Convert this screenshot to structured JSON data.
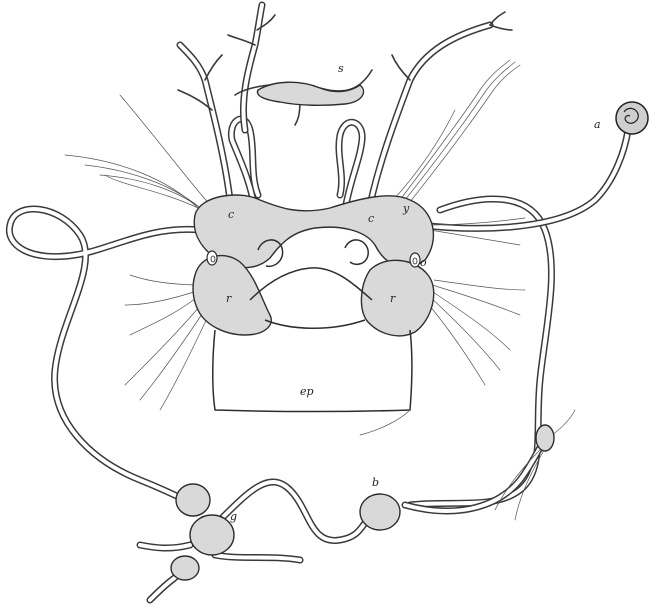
{
  "labels": {
    "s": "s",
    "a": "a",
    "c_left": "c",
    "c_right": "c",
    "y": "y",
    "o": "o",
    "r_left": "r",
    "r_right": "r",
    "ep": "ep",
    "g": "g",
    "b": "b"
  }
}
